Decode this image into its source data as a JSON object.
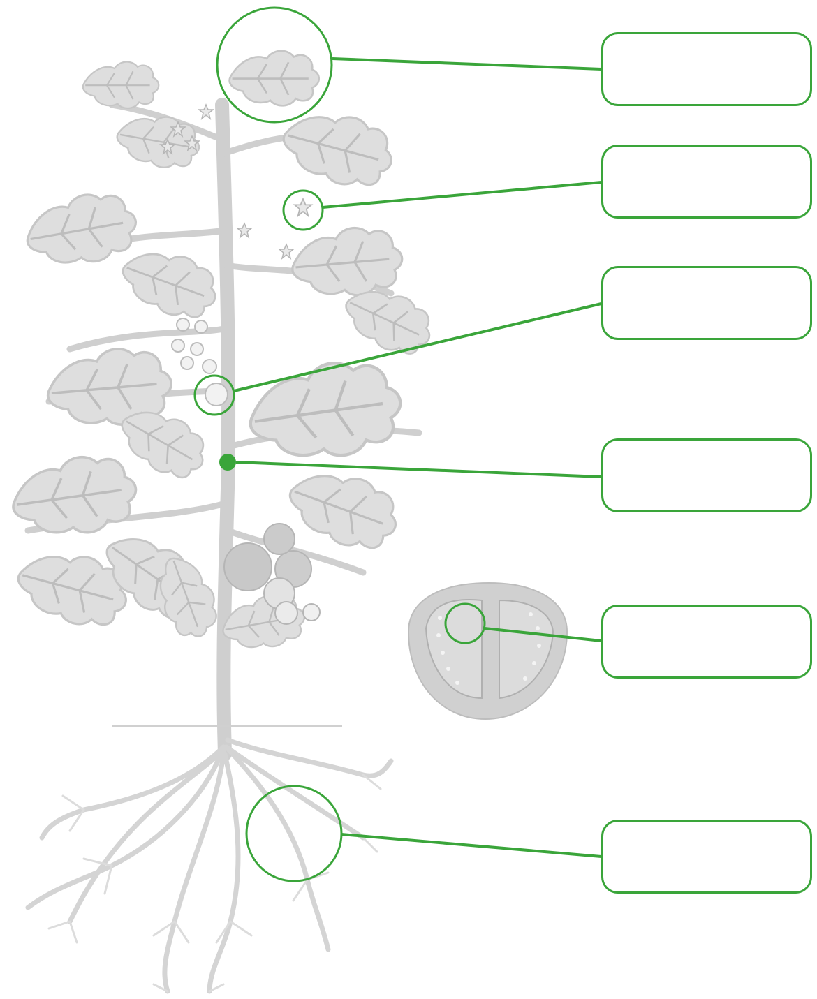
{
  "diagram": {
    "subject": "tomato-plant",
    "accent_color": "#3aa53a",
    "illustration_color": "#d2d2d2",
    "labels": [
      {
        "part": "leaf",
        "text": ""
      },
      {
        "part": "flower",
        "text": ""
      },
      {
        "part": "fruit-bud",
        "text": ""
      },
      {
        "part": "stem",
        "text": ""
      },
      {
        "part": "seed",
        "text": ""
      },
      {
        "part": "root",
        "text": ""
      }
    ]
  }
}
